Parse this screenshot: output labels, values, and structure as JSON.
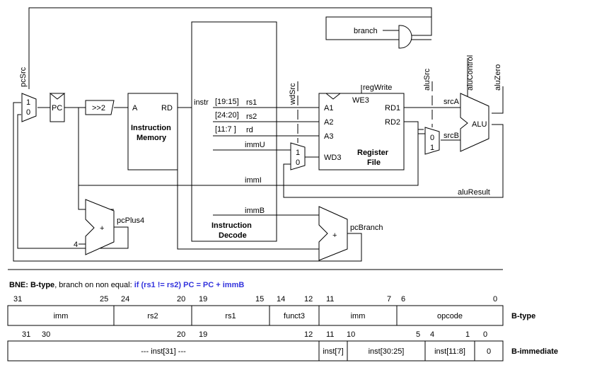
{
  "datapath": {
    "pc": "PC",
    "shift": ">>2",
    "instr_mem": {
      "a": "A",
      "rd": "RD",
      "name1": "Instruction",
      "name2": "Memory"
    },
    "decode": {
      "name1": "Instruction",
      "name2": "Decode",
      "instr": "instr",
      "fields": [
        "[19:15]",
        "[24:20]",
        "[11:7  ]"
      ],
      "outputs": [
        "rs1",
        "rs2",
        "rd",
        "immU",
        "immI",
        "immB"
      ]
    },
    "regfile": {
      "a1": "A1",
      "a2": "A2",
      "a3": "A3",
      "wd3": "WD3",
      "we3": "WE3",
      "rd1": "RD1",
      "rd2": "RD2",
      "name1": "Register",
      "name2": "File"
    },
    "alu": "ALU",
    "plus": "+",
    "four": "4",
    "signals": {
      "pcSrc": "pcSrc",
      "wdSrc": "wdSrc",
      "aluSrc": "aluSrc",
      "aluControl": "aluControl",
      "aluZero": "aluZero",
      "regWrite": "regWrite",
      "branch": "branch",
      "srcA": "srcA",
      "srcB": "srcB",
      "aluResult": "aluResult",
      "pcPlus4": "pcPlus4",
      "pcBranch": "pcBranch"
    },
    "mux_inputs": {
      "one": "1",
      "zero": "0"
    }
  },
  "description": {
    "name": "BNE",
    "type": ": B-type",
    "text": ", branch on non equal: ",
    "formula": "if (rs1 != rs2) PC =  PC + immB"
  },
  "btype": {
    "label": "B-type",
    "bits": [
      "31",
      "25",
      "24",
      "20",
      "19",
      "15",
      "14",
      "12",
      "11",
      "7",
      "6",
      "0"
    ],
    "fields": [
      "imm",
      "rs2",
      "rs1",
      "funct3",
      "imm",
      "opcode"
    ]
  },
  "bimm": {
    "label": "B-immediate",
    "bits": [
      "31",
      "30",
      "20",
      "19",
      "12",
      "11",
      "10",
      "5",
      "4",
      "1",
      "0"
    ],
    "fields": [
      "--- inst[31] ---",
      "inst[7]",
      "inst[30:25]",
      "inst[11:8]",
      "0"
    ]
  }
}
